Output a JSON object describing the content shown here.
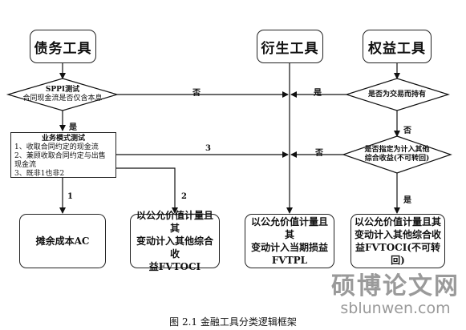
{
  "headers": {
    "debt": "债务工具",
    "derivative": "衍生工具",
    "equity": "权益工具"
  },
  "sppi": {
    "title": "SPPI测试",
    "question": "合同现金流是否仅含本息"
  },
  "trading": {
    "question": "是否为交易而持有"
  },
  "designation": {
    "line1": "是否指定为计入其他",
    "line2": "综合收益(不可转回)"
  },
  "business_model": {
    "title": "业务模式测试",
    "items": [
      "1、收取合同约定的现金流",
      "2、兼顾收取合同约定与出售现金流",
      "3、既非1也非2"
    ]
  },
  "edge_labels": {
    "sppi_no": "否",
    "trading_yes": "是",
    "sppi_yes": "是",
    "trading_no": "否",
    "designation_no": "否",
    "designation_yes": "是",
    "path_1": "1",
    "path_2": "2",
    "path_3": "3"
  },
  "outcomes": {
    "amortized": "摊余成本AC",
    "fvtoci": [
      "以公允价值计量且其",
      "变动计入其他综合收",
      "益FVTOCI"
    ],
    "fvtpl": [
      "以公允价值计量且其",
      "变动计入当期损益",
      "FVTPL"
    ],
    "fvtoci_irrev": [
      "以公允价值计量且其",
      "变动计入其他综合收",
      "益FVTOCI(不可转回)"
    ]
  },
  "watermark": {
    "cn": "硕博论文网",
    "en": "sblunwen.com"
  },
  "caption": "图 2.1  金融工具分类逻辑框架"
}
